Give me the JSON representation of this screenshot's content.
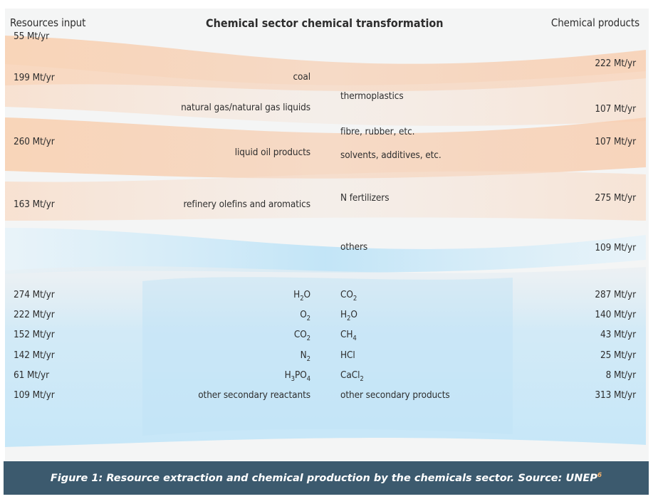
{
  "header": {
    "left": "Resources input",
    "center": "Chemical sector chemical transformation",
    "right": "Chemical products"
  },
  "inputs": [
    {
      "value": "55 Mt/yr",
      "name": ""
    },
    {
      "value": "199 Mt/yr",
      "name": "coal"
    },
    {
      "value": "",
      "name": "natural gas/natural gas liquids"
    },
    {
      "value": "260 Mt/yr",
      "name": "liquid oil products"
    },
    {
      "value": "163 Mt/yr",
      "name": "refinery olefins and aromatics"
    }
  ],
  "outputs": [
    {
      "name": "",
      "value": "222 Mt/yr"
    },
    {
      "name": "thermoplastics",
      "value": "107 Mt/yr"
    },
    {
      "name": "fibre, rubber, etc.",
      "value": "107 Mt/yr"
    },
    {
      "name": "solvents, additives, etc.",
      "value": ""
    },
    {
      "name": "N fertilizers",
      "value": "275 Mt/yr"
    },
    {
      "name": "others",
      "value": "109 Mt/yr"
    }
  ],
  "secondary_inputs": [
    {
      "value": "274 Mt/yr",
      "base": "H",
      "sub": "2",
      "rest": "O"
    },
    {
      "value": "222 Mt/yr",
      "base": "O",
      "sub": "2",
      "rest": ""
    },
    {
      "value": "152 Mt/yr",
      "base": "CO",
      "sub": "2",
      "rest": ""
    },
    {
      "value": "142 Mt/yr",
      "base": "N",
      "sub": "2",
      "rest": ""
    },
    {
      "value": "61 Mt/yr",
      "base": "H",
      "sub": "3",
      "rest": "PO",
      "sub2": "4"
    },
    {
      "value": "109 Mt/yr",
      "base": "other secondary reactants",
      "sub": "",
      "rest": ""
    }
  ],
  "secondary_outputs": [
    {
      "value": "287 Mt/yr",
      "base": "CO",
      "sub": "2",
      "rest": ""
    },
    {
      "value": "140 Mt/yr",
      "base": "H",
      "sub": "2",
      "rest": "O"
    },
    {
      "value": "43 Mt/yr",
      "base": "CH",
      "sub": "4",
      "rest": ""
    },
    {
      "value": "25 Mt/yr",
      "base": "HCl",
      "sub": "",
      "rest": ""
    },
    {
      "value": "8 Mt/yr",
      "base": "CaCl",
      "sub": "2",
      "rest": ""
    },
    {
      "value": "313 Mt/yr",
      "base": "other secondary products",
      "sub": "",
      "rest": ""
    }
  ],
  "caption": {
    "text": "Figure 1: Resource extraction and chemical production by the chemicals sector. Source: UNEP",
    "ref": "6"
  },
  "colors": {
    "panel": "#f4f5f5",
    "warm_flow": "#f7c9a6",
    "cool_flow": "#bfe3f5",
    "caption_bar": "#3c5a6e",
    "caption_ref": "#f6b26b"
  }
}
